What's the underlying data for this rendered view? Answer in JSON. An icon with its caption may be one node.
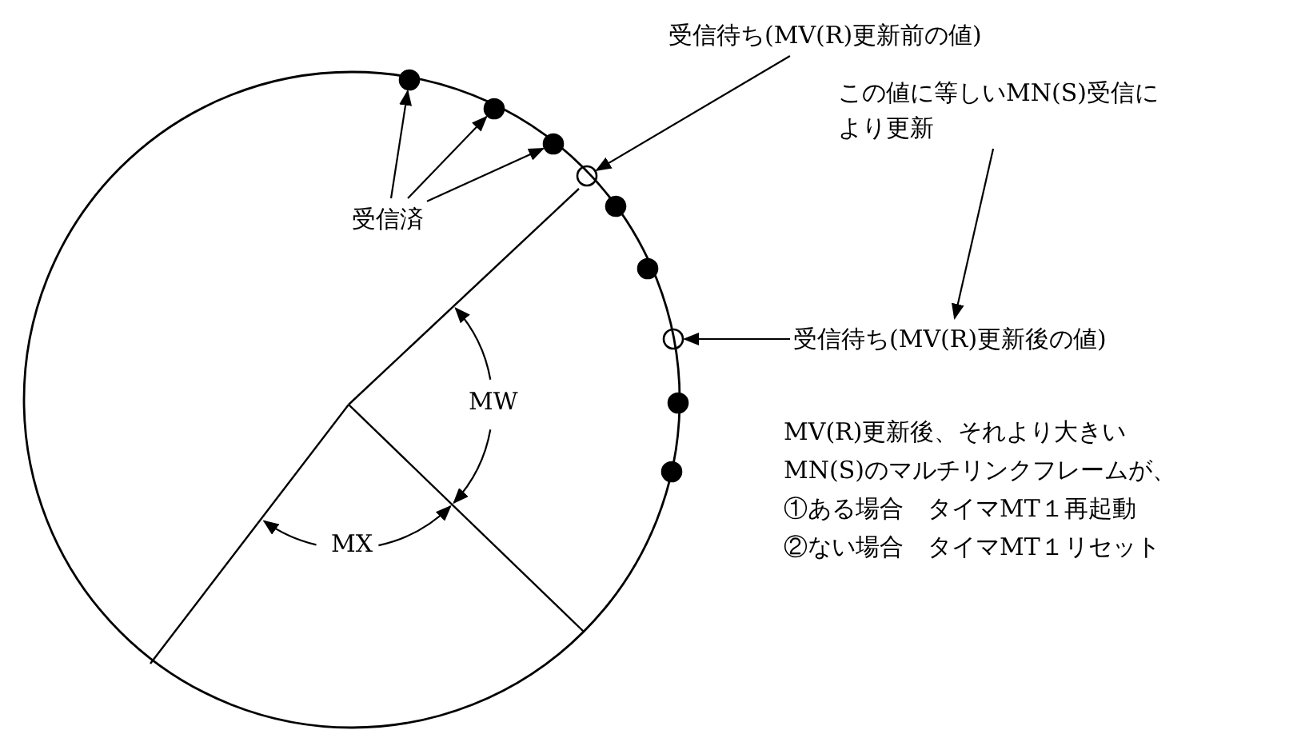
{
  "diagram": {
    "nodes": [
      {
        "text": [
          "受信待ち(MV(R)更新前の値)"
        ]
      },
      {
        "text": [
          "この値に等しいMN(S)受信により更新"
        ]
      },
      {
        "text": [
          "受信済"
        ]
      },
      {
        "text": [
          "受信待ち(MV(R)更新後の値)"
        ]
      },
      {
        "text": [],
        "shape": "dot"
      },
      {
        "text": [],
        "shape": "dot"
      },
      {
        "text": [],
        "shape": "dot"
      },
      {
        "text": [],
        "shape": "circle"
      },
      {
        "text": [],
        "shape": "dot"
      },
      {
        "text": [],
        "shape": "dot"
      },
      {
        "text": [],
        "shape": "circle"
      },
      {
        "text": [],
        "shape": "dot"
      },
      {
        "text": [],
        "shape": "dot"
      }
    ],
    "edges": [
      {
        "from": 2,
        "to": 4,
        "arrow": "to"
      },
      {
        "from": 2,
        "to": 5,
        "arrow": "to"
      },
      {
        "from": 2,
        "to": 6,
        "arrow": "to"
      },
      {
        "from": 0,
        "to": 7,
        "arrow": "to"
      },
      {
        "from": 1,
        "to": 3,
        "arrow": "to"
      },
      {
        "from": 3,
        "to": 10,
        "arrow": "to"
      }
    ],
    "labels": [
      "MW",
      "MX",
      "MV(R)更新後、それより大きい",
      "MN(S)のマルチリンクフレームが、",
      "①ある場合　タイマMT１再起動",
      "②ない場合　タイマMT１リセット"
    ]
  }
}
